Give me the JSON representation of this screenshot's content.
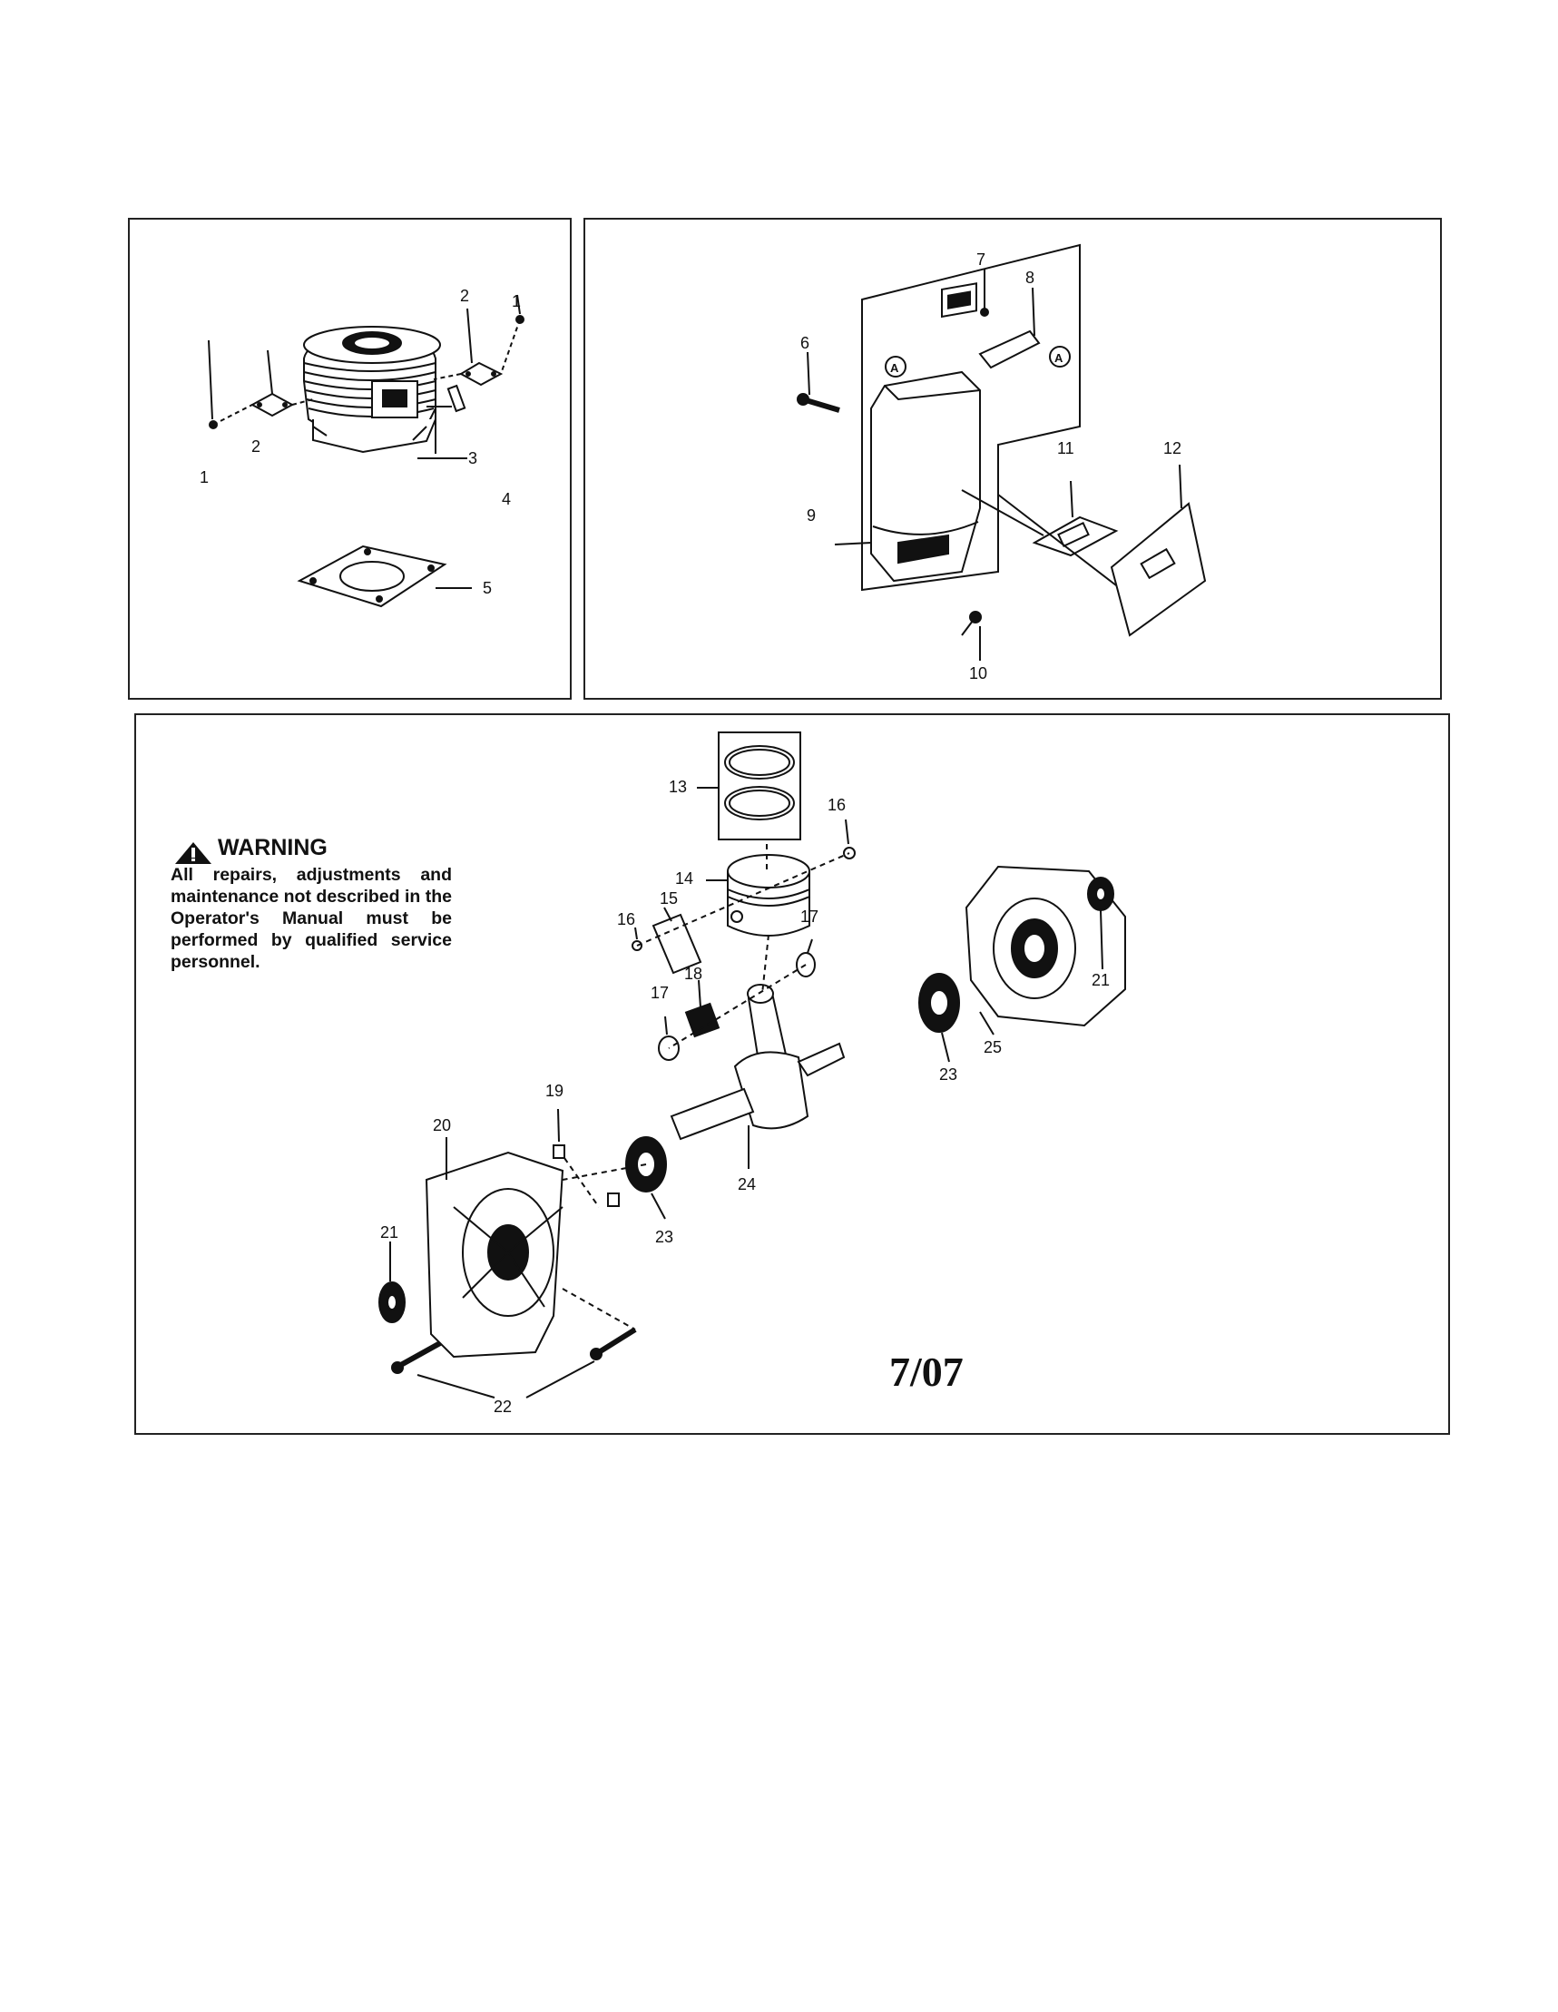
{
  "callouts": {
    "c1a": "1",
    "c2a": "2",
    "c3": "3",
    "c4": "4",
    "c5": "5",
    "c2b": "2",
    "c1b": "1",
    "c6": "6",
    "c7": "7",
    "c8": "8",
    "c9": "9",
    "c10": "10",
    "c11": "11",
    "c12": "12",
    "c13": "13",
    "c14": "14",
    "c15": "15",
    "c16a": "16",
    "c16b": "16",
    "c17a": "17",
    "c17b": "17",
    "c18": "18",
    "c19": "19",
    "c20": "20",
    "c21a": "21",
    "c21b": "21",
    "c22": "22",
    "c23a": "23",
    "c23b": "23",
    "c24": "24",
    "c25": "25",
    "refA1": "A",
    "refA2": "A"
  },
  "warning": {
    "title": "WARNING",
    "text": "All repairs, adjustments and maintenance not described in the Operator's Manual must be performed by qualified service personnel."
  },
  "date_code": "7/07"
}
